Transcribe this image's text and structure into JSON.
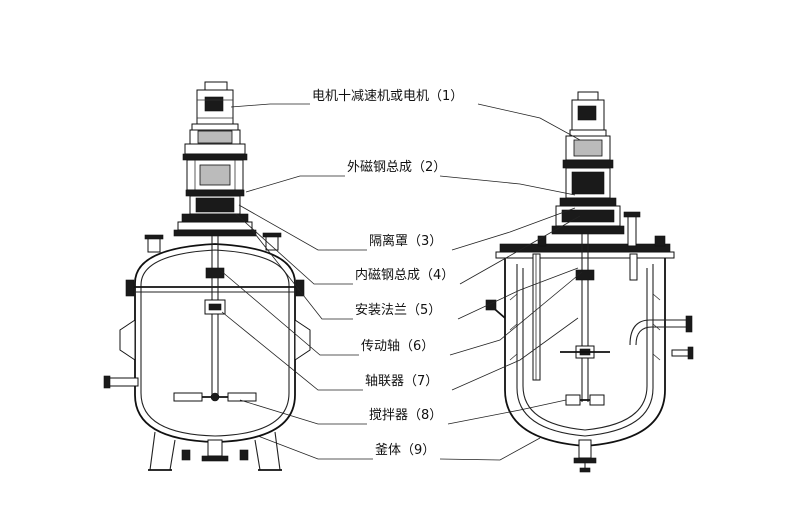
{
  "callouts": [
    {
      "id": 1,
      "label": "电机十减速机或电机（1）"
    },
    {
      "id": 2,
      "label": "外磁钢总成（2）"
    },
    {
      "id": 3,
      "label": "隔离罩（3）"
    },
    {
      "id": 4,
      "label": "内磁钢总成（4）"
    },
    {
      "id": 5,
      "label": "安装法兰（5）"
    },
    {
      "id": 6,
      "label": "传动轴（6）"
    },
    {
      "id": 7,
      "label": "轴联器（7）"
    },
    {
      "id": 8,
      "label": "搅拌器（8）"
    },
    {
      "id": 9,
      "label": "釜体（9）"
    }
  ]
}
